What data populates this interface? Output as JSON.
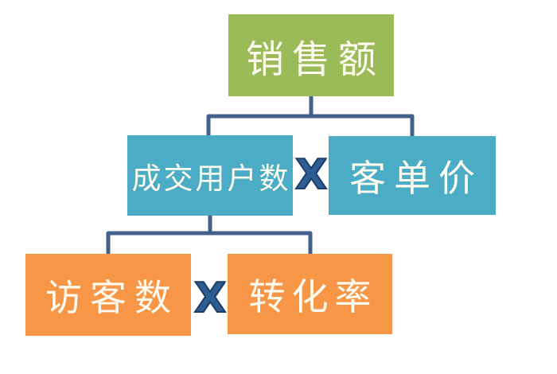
{
  "diagram": {
    "description": "sales-decomposition-tree",
    "nodes": {
      "sales": {
        "label": "销售额",
        "level": 1,
        "color": "#9bbb59"
      },
      "paying_users": {
        "label": "成交用户数",
        "level": 2,
        "color": "#4bacc6"
      },
      "avg_order_value": {
        "label": "客单价",
        "level": 2,
        "color": "#4bacc6"
      },
      "visitors": {
        "label": "访客数",
        "level": 3,
        "color": "#f79646"
      },
      "conversion_rate": {
        "label": "转化率",
        "level": 3,
        "color": "#f79646"
      }
    },
    "operators": {
      "top": "X",
      "bottom": "X"
    },
    "colors": {
      "level1_green": "#9bbb59",
      "level2_teal": "#4bacc6",
      "level3_orange": "#f79646",
      "connector": "#44618c",
      "operator_fill": "#2e5d94",
      "operator_edge": "#1e3f6b",
      "label_text": "#fdfaf0",
      "background": "#ffffff"
    }
  }
}
